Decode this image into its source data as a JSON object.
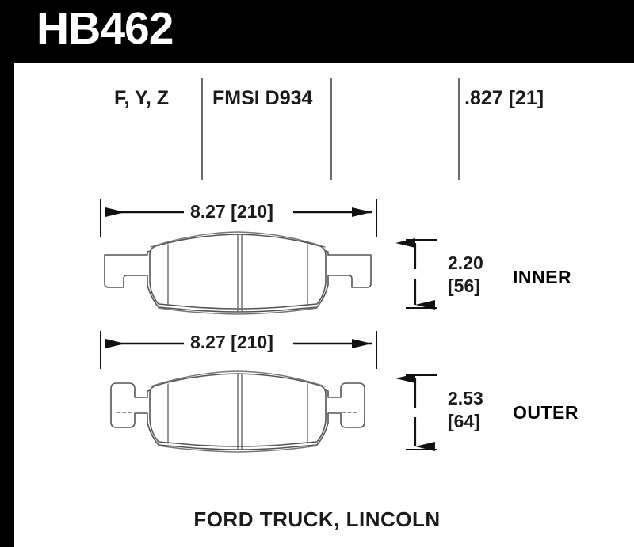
{
  "header": {
    "part_number": "HB462",
    "bar_color": "#000000",
    "text_color": "#ffffff"
  },
  "spec_row": {
    "compounds": "F, Y, Z",
    "fmsi": "FMSI D934",
    "blank": "",
    "thickness": ".827 [21]"
  },
  "drawing": {
    "inner": {
      "width_dim": "8.27 [210]",
      "height_in": "2.20",
      "height_mm": "[56]",
      "side_label": "INNER"
    },
    "outer": {
      "width_dim": "8.27 [210]",
      "height_in": "2.53",
      "height_mm": "[64]",
      "side_label": "OUTER"
    }
  },
  "caption": "FORD TRUCK, LINCOLN",
  "colors": {
    "ink": "#1a1a1a",
    "rule": "#6b6b6b",
    "outline": "#555555",
    "background": "#ffffff"
  }
}
